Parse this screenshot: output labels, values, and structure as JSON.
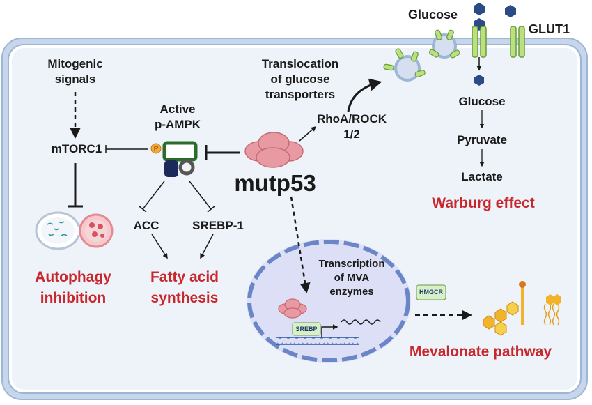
{
  "labels": {
    "glucose_top": "Glucose",
    "glut1": "GLUT1",
    "mitogenic": [
      "Mitogenic",
      "signals"
    ],
    "translocation": [
      "Translocation",
      "of glucose",
      "transporters"
    ],
    "active_pampk": [
      "Active",
      "p-AMPK"
    ],
    "rhoa": [
      "RhoA/ROCK",
      "1/2"
    ],
    "mtorc1": "mTORC1",
    "mutp53": "mutp53",
    "glucose": "Glucose",
    "pyruvate": "Pyruvate",
    "lactate": "Lactate",
    "warburg": "Warburg effect",
    "acc": "ACC",
    "srebp1": "SREBP-1",
    "autophagy": [
      "Autophagy",
      "inhibition"
    ],
    "fatty_acid": [
      "Fatty acid",
      "synthesis"
    ],
    "transcription": [
      "Transcription",
      "of MVA",
      "enzymes"
    ],
    "hmgcr": "HMGCR",
    "srebp_box": "SREBP",
    "mevalonate": "Mevalonate pathway",
    "p_badge": "P"
  },
  "colors": {
    "cell_border": "#9cb6d6",
    "cell_fill": "#eef3f9",
    "red_text": "#c8282d",
    "mutp53_fill": "#e79aa2",
    "transporter_green": "#b9e27f",
    "glucose_hex": "#2b4a86",
    "nucleus_fill": "#dcdff5",
    "nucleus_border": "#6b86c6",
    "ampk_green": "#2d6b2a",
    "ampk_navy": "#1c2a5a",
    "p_orange": "#f2a93b",
    "mva_orange": "#f2b32a"
  },
  "icons": [
    "glucose-hexagon-icon",
    "glut1-transporter-icon",
    "autophagosome-icon",
    "ampk-complex-icon",
    "mutp53-protein-icon",
    "dna-icon",
    "mrna-icon",
    "cholesterol-molecule-icon",
    "isoprenoid-icon",
    "lipid-icon"
  ]
}
